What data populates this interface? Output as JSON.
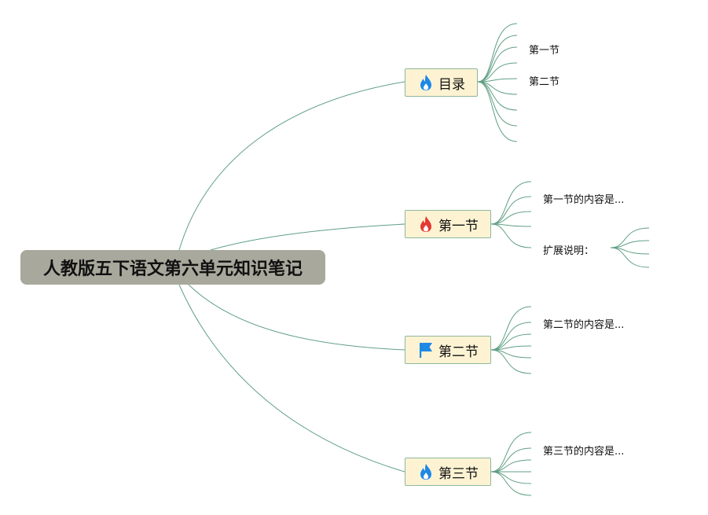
{
  "root": {
    "label": "人教版五下语文第六单元知识笔记"
  },
  "topics": [
    {
      "label": "目录",
      "icon": "blue-flame-icon",
      "icon_color": "#1e88e5",
      "leaves": [
        "第一节",
        "第二节"
      ]
    },
    {
      "label": "第一节",
      "icon": "red-flame-icon",
      "icon_color": "#e53935",
      "leaves": [
        "第一节的内容是...",
        "扩展说明："
      ]
    },
    {
      "label": "第二节",
      "icon": "blue-flag-icon",
      "icon_color": "#1e88e5",
      "leaves": [
        "第二节的内容是..."
      ]
    },
    {
      "label": "第三节",
      "icon": "blue-flame-icon",
      "icon_color": "#1e88e5",
      "leaves": [
        "第三节的内容是..."
      ]
    }
  ],
  "colors": {
    "line": "#5f9f83",
    "topic_fill": "#fdf3d3",
    "topic_border": "#8fb79c",
    "root_fill": "#a8a89c"
  }
}
